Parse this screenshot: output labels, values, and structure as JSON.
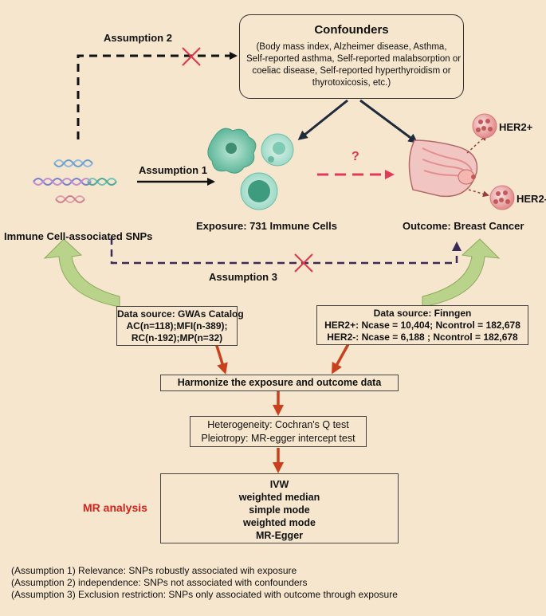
{
  "confounders": {
    "title": "Confounders",
    "lines": [
      "(Body mass index, Alzheimer disease, Asthma,",
      "Self-reported asthma, Self-reported malabsorption or",
      "coeliac disease, Self-reported hyperthyroidism or",
      "thyrotoxicosis, etc.)"
    ]
  },
  "assumptions": {
    "a1": "Assumption 1",
    "a2": "Assumption 2",
    "a3": "Assumption 3"
  },
  "nodes": {
    "snps": "Immune Cell-associated SNPs",
    "exposure": "Exposure: 731 Immune Cells",
    "outcome": "Outcome: Breast Cancer",
    "her2_pos": "HER2+",
    "her2_neg": "HER2-",
    "question": "?"
  },
  "gwas": {
    "lines": [
      "Data source: GWAs Catalog",
      "AC(n=118);MFI(n-389);",
      "RC(n-192);MP(n=32)"
    ]
  },
  "finngen": {
    "lines": [
      "Data source: Finngen",
      "HER2+: Ncase = 10,404; Ncontrol = 182,678",
      "HER2-: Ncase = 6,188 ;  Ncontrol = 182,678"
    ]
  },
  "harmonize": "Harmonize the exposure and outcome data",
  "tests": {
    "heterogeneity": "Heterogeneity: Cochran's Q test",
    "pleiotropy": "Pleiotropy: MR-egger intercept test"
  },
  "mr": {
    "label": "MR analysis",
    "methods": [
      "IVW",
      "weighted median",
      "simple mode",
      "weighted mode",
      "MR-Egger"
    ]
  },
  "notes": [
    "(Assumption 1) Relevance: SNPs robustly associated wih exposure",
    "(Assumption 2) independence: SNPs not associated with confounders",
    "(Assumption 3) Exclusion restriction: SNPs only associated with outcome through exposure"
  ],
  "colors": {
    "background": "#f6e6cd",
    "flow_arrow": "#c8401c",
    "mr_label": "#d4231c",
    "cross": "#e0344a",
    "dashed_exposure_arrow": "#e23a5a",
    "assumption3_line": "#3a2a5a",
    "feedback_arrow_fill": "#b9d48a"
  }
}
